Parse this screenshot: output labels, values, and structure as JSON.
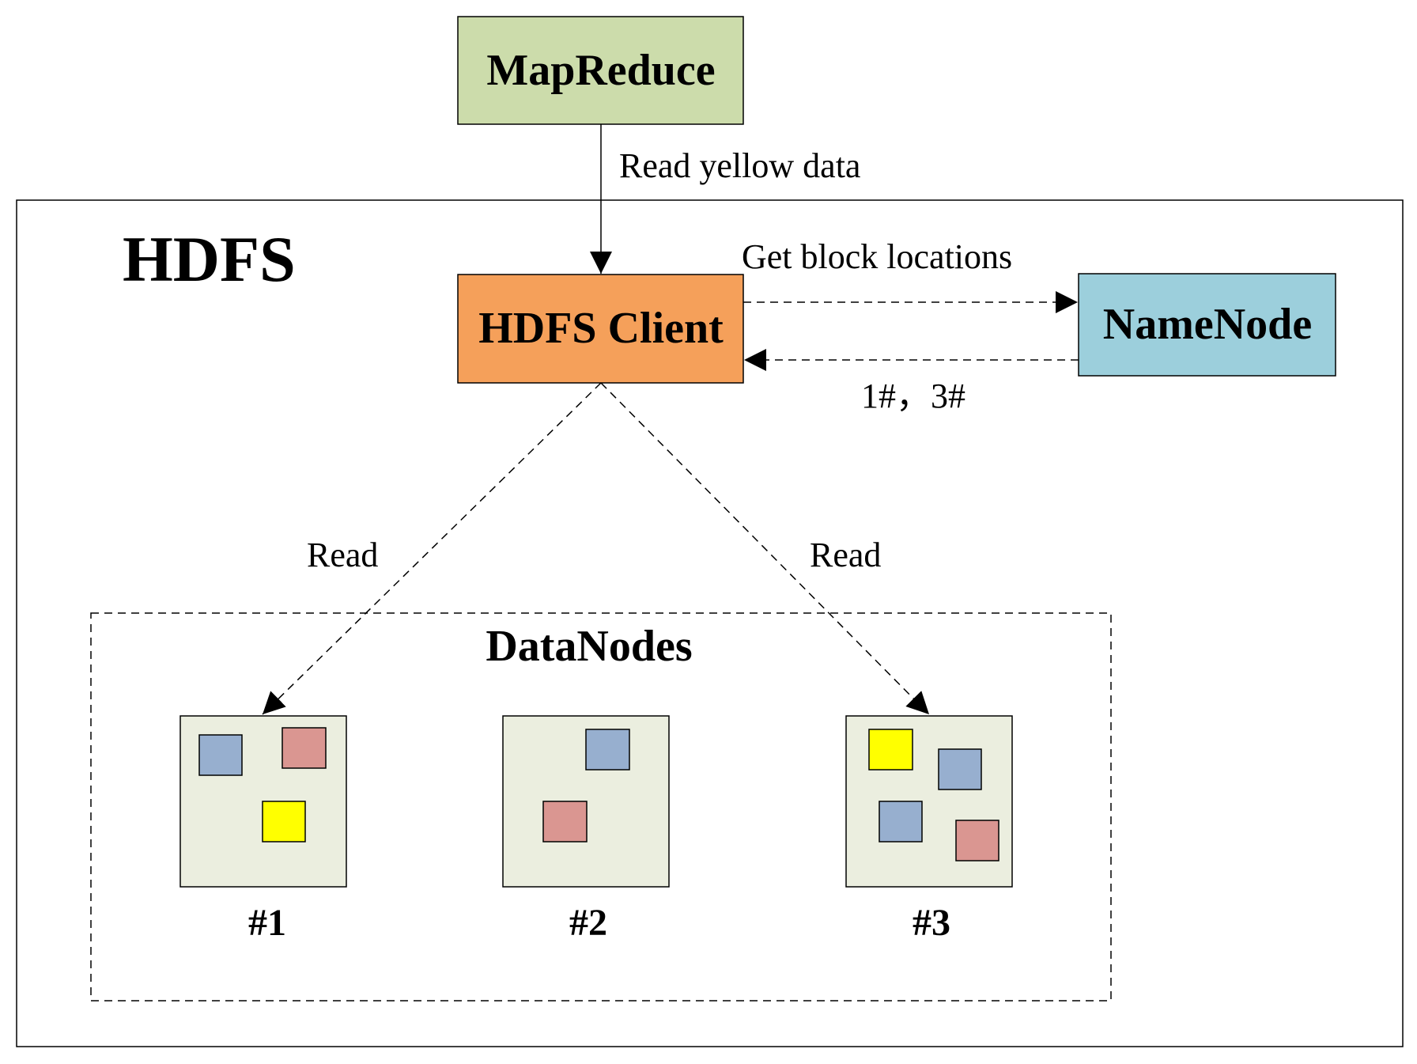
{
  "nodes": {
    "mapreduce": {
      "label": "MapReduce",
      "fill": "#ccdcab"
    },
    "hdfs_client": {
      "label": "HDFS Client",
      "fill": "#f5a05a"
    },
    "namenode": {
      "label": "NameNode",
      "fill": "#9ccfdc"
    }
  },
  "hdfs_label": "HDFS",
  "datanodes_label": "DataNodes",
  "edges": {
    "mapreduce_to_client": "Read yellow data",
    "client_to_namenode": "Get block locations",
    "namenode_to_client": "1#，3#",
    "client_to_dn1": "Read",
    "client_to_dn3": "Read"
  },
  "datanodes": [
    {
      "label": "#1",
      "blocks": [
        "blue",
        "red",
        "yellow"
      ]
    },
    {
      "label": "#2",
      "blocks": [
        "blue",
        "red"
      ]
    },
    {
      "label": "#3",
      "blocks": [
        "yellow",
        "blue",
        "blue",
        "red"
      ]
    }
  ],
  "colors": {
    "node_bg": "#ebeedf",
    "blue": "#97afcf",
    "red": "#da9691",
    "yellow": "#ffff00"
  }
}
